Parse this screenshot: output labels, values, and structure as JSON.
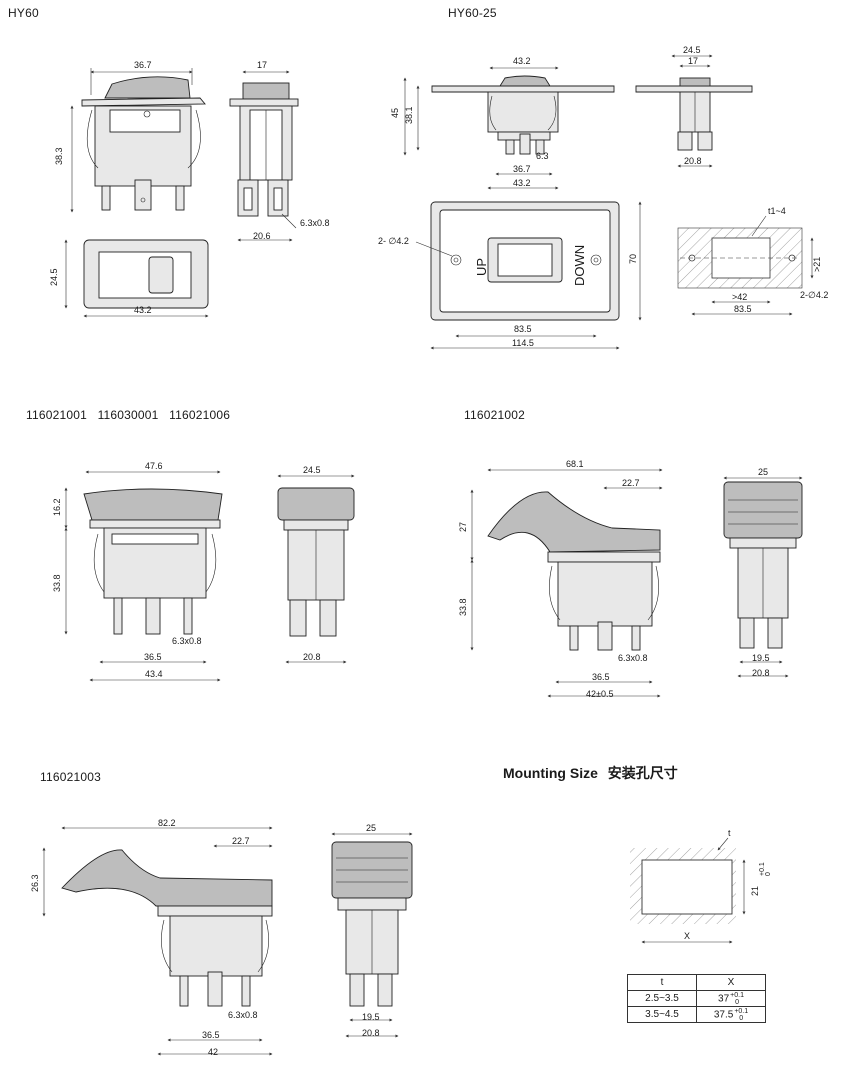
{
  "titles": {
    "hy60": "HY60",
    "hy60_25": "HY60-25",
    "group1": "116021001   116030001   116021006",
    "group2": "116021002",
    "group3": "116021003",
    "mounting": "Mounting Size",
    "mounting_cn": "安装孔尺寸"
  },
  "hy60_dims": {
    "w_top": "36.7",
    "side_w": "17",
    "h": "38.3",
    "term": "6.3x0.8",
    "side_base": "20.6",
    "front_h": "24.5",
    "front_w": "43.2"
  },
  "hy60_25_dims": {
    "top_w": "43.2",
    "h45": "45",
    "h38": "38.1",
    "t63": "6.3",
    "w367": "36.7",
    "w432": "43.2",
    "side_245": "24.5",
    "side_17": "17",
    "side_208": "20.8",
    "hole": "2- ∅4.2",
    "up": "UP",
    "down": "DOWN",
    "h70": "70",
    "w835": "83.5",
    "w1145": "114.5",
    "cut_t": "t1~4",
    "cut_21": ">21",
    "cut_42": ">42",
    "cut_835": "83.5",
    "cut_hole": "2-∅4.2"
  },
  "g1_dims": {
    "w476": "47.6",
    "h162": "16.2",
    "h338": "33.8",
    "t": "6.3x0.8",
    "w365": "36.5",
    "w434": "43.4",
    "s245": "24.5",
    "s208": "20.8"
  },
  "g2_dims": {
    "w681": "68.1",
    "w227": "22.7",
    "h27": "27",
    "h338": "33.8",
    "t": "6.3x0.8",
    "w365": "36.5",
    "w42": "42±0.5",
    "s25": "25",
    "s195": "19.5",
    "s208": "20.8"
  },
  "g3_dims": {
    "w822": "82.2",
    "w227": "22.7",
    "h263": "26.3",
    "t": "6.3x0.8",
    "w365": "36.5",
    "w42": "42",
    "s25": "25",
    "s195": "19.5",
    "s208": "20.8"
  },
  "mount_dims": {
    "t": "t",
    "h": "21",
    "tol_up": "+0.1",
    "tol_dn": "0",
    "x": "X"
  },
  "mount_table": {
    "headers": [
      "t",
      "X"
    ],
    "rows": [
      {
        "t": "2.5~3.5",
        "x": "37",
        "up": "+0.1",
        "dn": "0"
      },
      {
        "t": "3.5~4.5",
        "x": "37.5",
        "up": "+0.1",
        "dn": "0"
      }
    ]
  }
}
